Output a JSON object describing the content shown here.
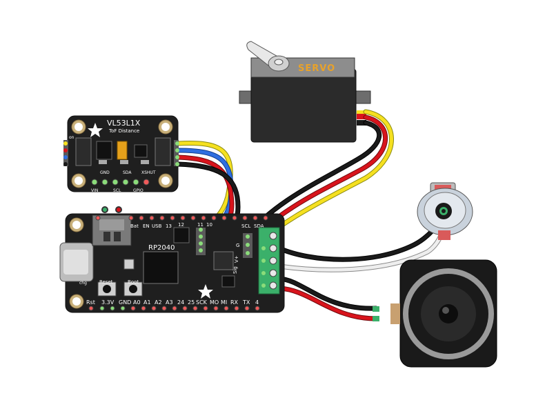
{
  "servo": {
    "label": "SERVO"
  },
  "tof": {
    "title": "VL53L1X",
    "subtitle": "ToF Distance",
    "pins_top": [
      "GND",
      "SDA",
      "XSHUT"
    ],
    "pins_bottom": [
      "VIN",
      "SCL",
      "GPIO"
    ],
    "on_label": "on"
  },
  "feather": {
    "chip": "RP2040",
    "top_labels": [
      "Bat",
      "EN",
      "USB",
      "13",
      "12",
      "11",
      "10",
      "SCL",
      "SDA"
    ],
    "bottom_labels": [
      "Rst",
      "3.3V",
      "GND",
      "A0",
      "A1",
      "A2",
      "A3",
      "24",
      "25",
      "SCK",
      "MO",
      "MI",
      "RX",
      "TX",
      "4"
    ],
    "reset_label": "Reset",
    "boot_label": "Boot",
    "terminal_labels": [
      "G",
      "V+",
      "Sig"
    ],
    "chg_label": "chg"
  },
  "colors": {
    "board": "#1f1f1f",
    "wire_yellow": "#f5e020",
    "wire_blue": "#2f6fe0",
    "wire_red": "#d8141c",
    "wire_black": "#1a1a1a",
    "wire_white": "#eeeeee",
    "terminal": "#3bb06a",
    "servo_label": "#e8a22a"
  }
}
